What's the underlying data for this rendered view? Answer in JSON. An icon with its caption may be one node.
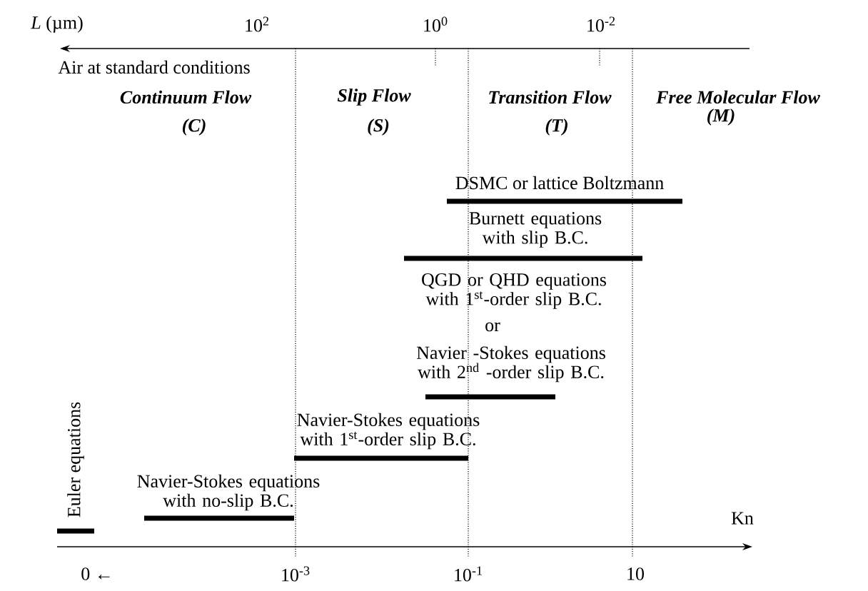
{
  "diagram": {
    "labels": [
      "*L* (µm)",
      "10$^{2}$",
      "10$^{0}$",
      "10$^{-2}$",
      "Air at standard conditions",
      "Continuum Flow",
      "(C)",
      "Slip Flow",
      "(S)",
      "Transition Flow",
      "(T)",
      "Free Molecular Flow",
      "(M)",
      "DSMC or lattice Boltzmann",
      "Burnett equations with slip B.C.",
      "QGD or QHD equations with 1$^{st}$-order slip B.C.",
      "or",
      "Navier -Stokes equations with 2$^{nd}$ -order slip B.C.",
      "Euler equations",
      "Navier-Stokes equations with 1$^{st}$-order slip B.C.",
      "Navier-Stokes equations with no-slip B.C.",
      "Kn",
      "0 ←",
      "10$^{-3}$",
      "10$^{-1}$",
      "10"
    ]
  }
}
